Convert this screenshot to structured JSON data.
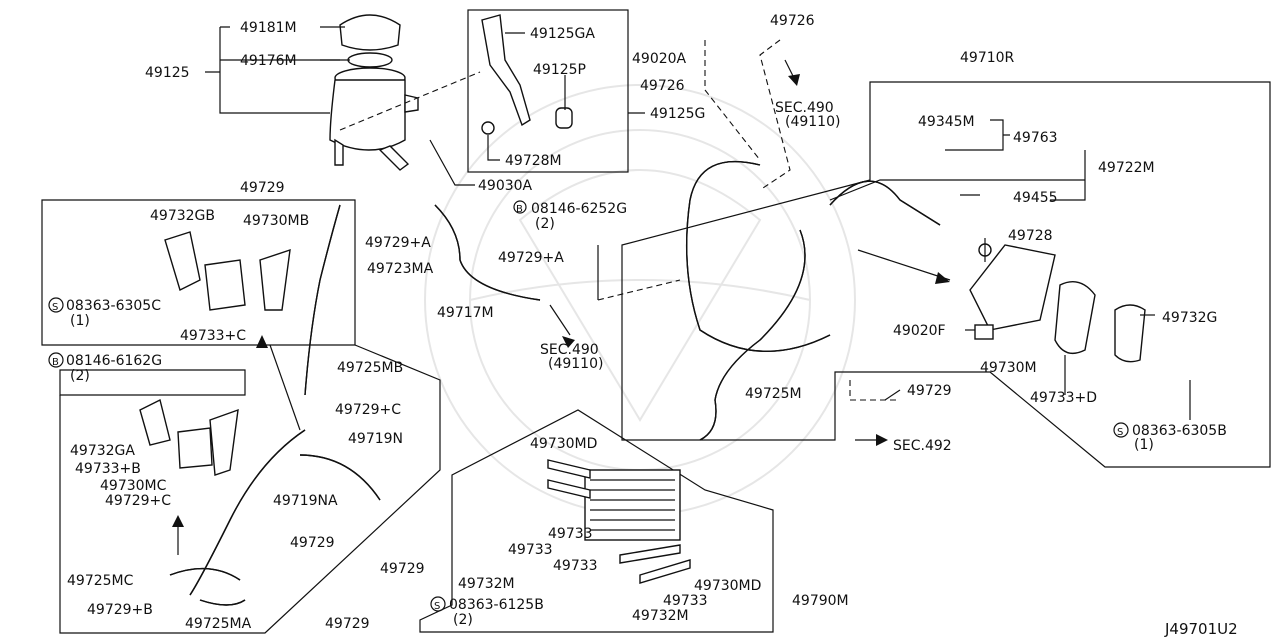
{
  "diagram_id": "J49701U2",
  "labels": {
    "p49181M": "49181M",
    "p49176M": "49176M",
    "p49125": "49125",
    "p49125GA": "49125GA",
    "p49125P": "49125P",
    "p49125G": "49125G",
    "p49728M": "49728M",
    "p49030A": "49030A",
    "p49020A": "49020A",
    "p49726a": "49726",
    "p49726b": "49726",
    "sec490a": "SEC.490",
    "sec490a_sub": "(49110)",
    "p49710R": "49710R",
    "p49345M": "49345M",
    "p49763": "49763",
    "p49722M": "49722M",
    "p49455": "49455",
    "p49728": "49728",
    "p49729_top": "49729",
    "p49732GB": "49732GB",
    "p49730MB": "49730MB",
    "bolt_08146_6252G": "08146-6252G",
    "bolt_08146_6252G_qty": "(2)",
    "p49729A_1": "49729+A",
    "p49729A_2": "49729+A",
    "p49723MA": "49723MA",
    "p49717M": "49717M",
    "sec490b": "SEC.490",
    "sec490b_sub": "(49110)",
    "screw_08363_6305C": "08363-6305C",
    "screw_08363_6305C_qty": "(1)",
    "p49733C": "49733+C",
    "bolt_08146_6162G": "08146-6162G",
    "bolt_08146_6162G_qty": "(2)",
    "p49725MB": "49725MB",
    "p49729C_1": "49729+C",
    "p49719N": "49719N",
    "p49732GA": "49732GA",
    "p49733B": "49733+B",
    "p49730MC": "49730MC",
    "p49729C_2": "49729+C",
    "p49719NA": "49719NA",
    "p49725M": "49725M",
    "p49020F": "49020F",
    "p49730M": "49730M",
    "p49733D": "49733+D",
    "p49732G": "49732G",
    "p49729_right": "49729",
    "sec492": "SEC.492",
    "screw_08363_6305B": "08363-6305B",
    "screw_08363_6305B_qty": "(1)",
    "p49730MD_1": "49730MD",
    "p49729_mid": "49729",
    "p49733_1": "49733",
    "p49733_2": "49733",
    "p49733_3": "49733",
    "p49733_4": "49733",
    "p49725MC": "49725MC",
    "p49729_low1": "49729",
    "p49732M_1": "49732M",
    "p49730MD_2": "49730MD",
    "p49790M": "49790M",
    "p49729B": "49729+B",
    "p49725MA": "49725MA",
    "p49729_low2": "49729",
    "screw_08363_6125B": "08363-6125B",
    "screw_08363_6125B_qty": "(2)",
    "p49732M_2": "49732M",
    "circle_B": "B",
    "circle_S": "S"
  }
}
